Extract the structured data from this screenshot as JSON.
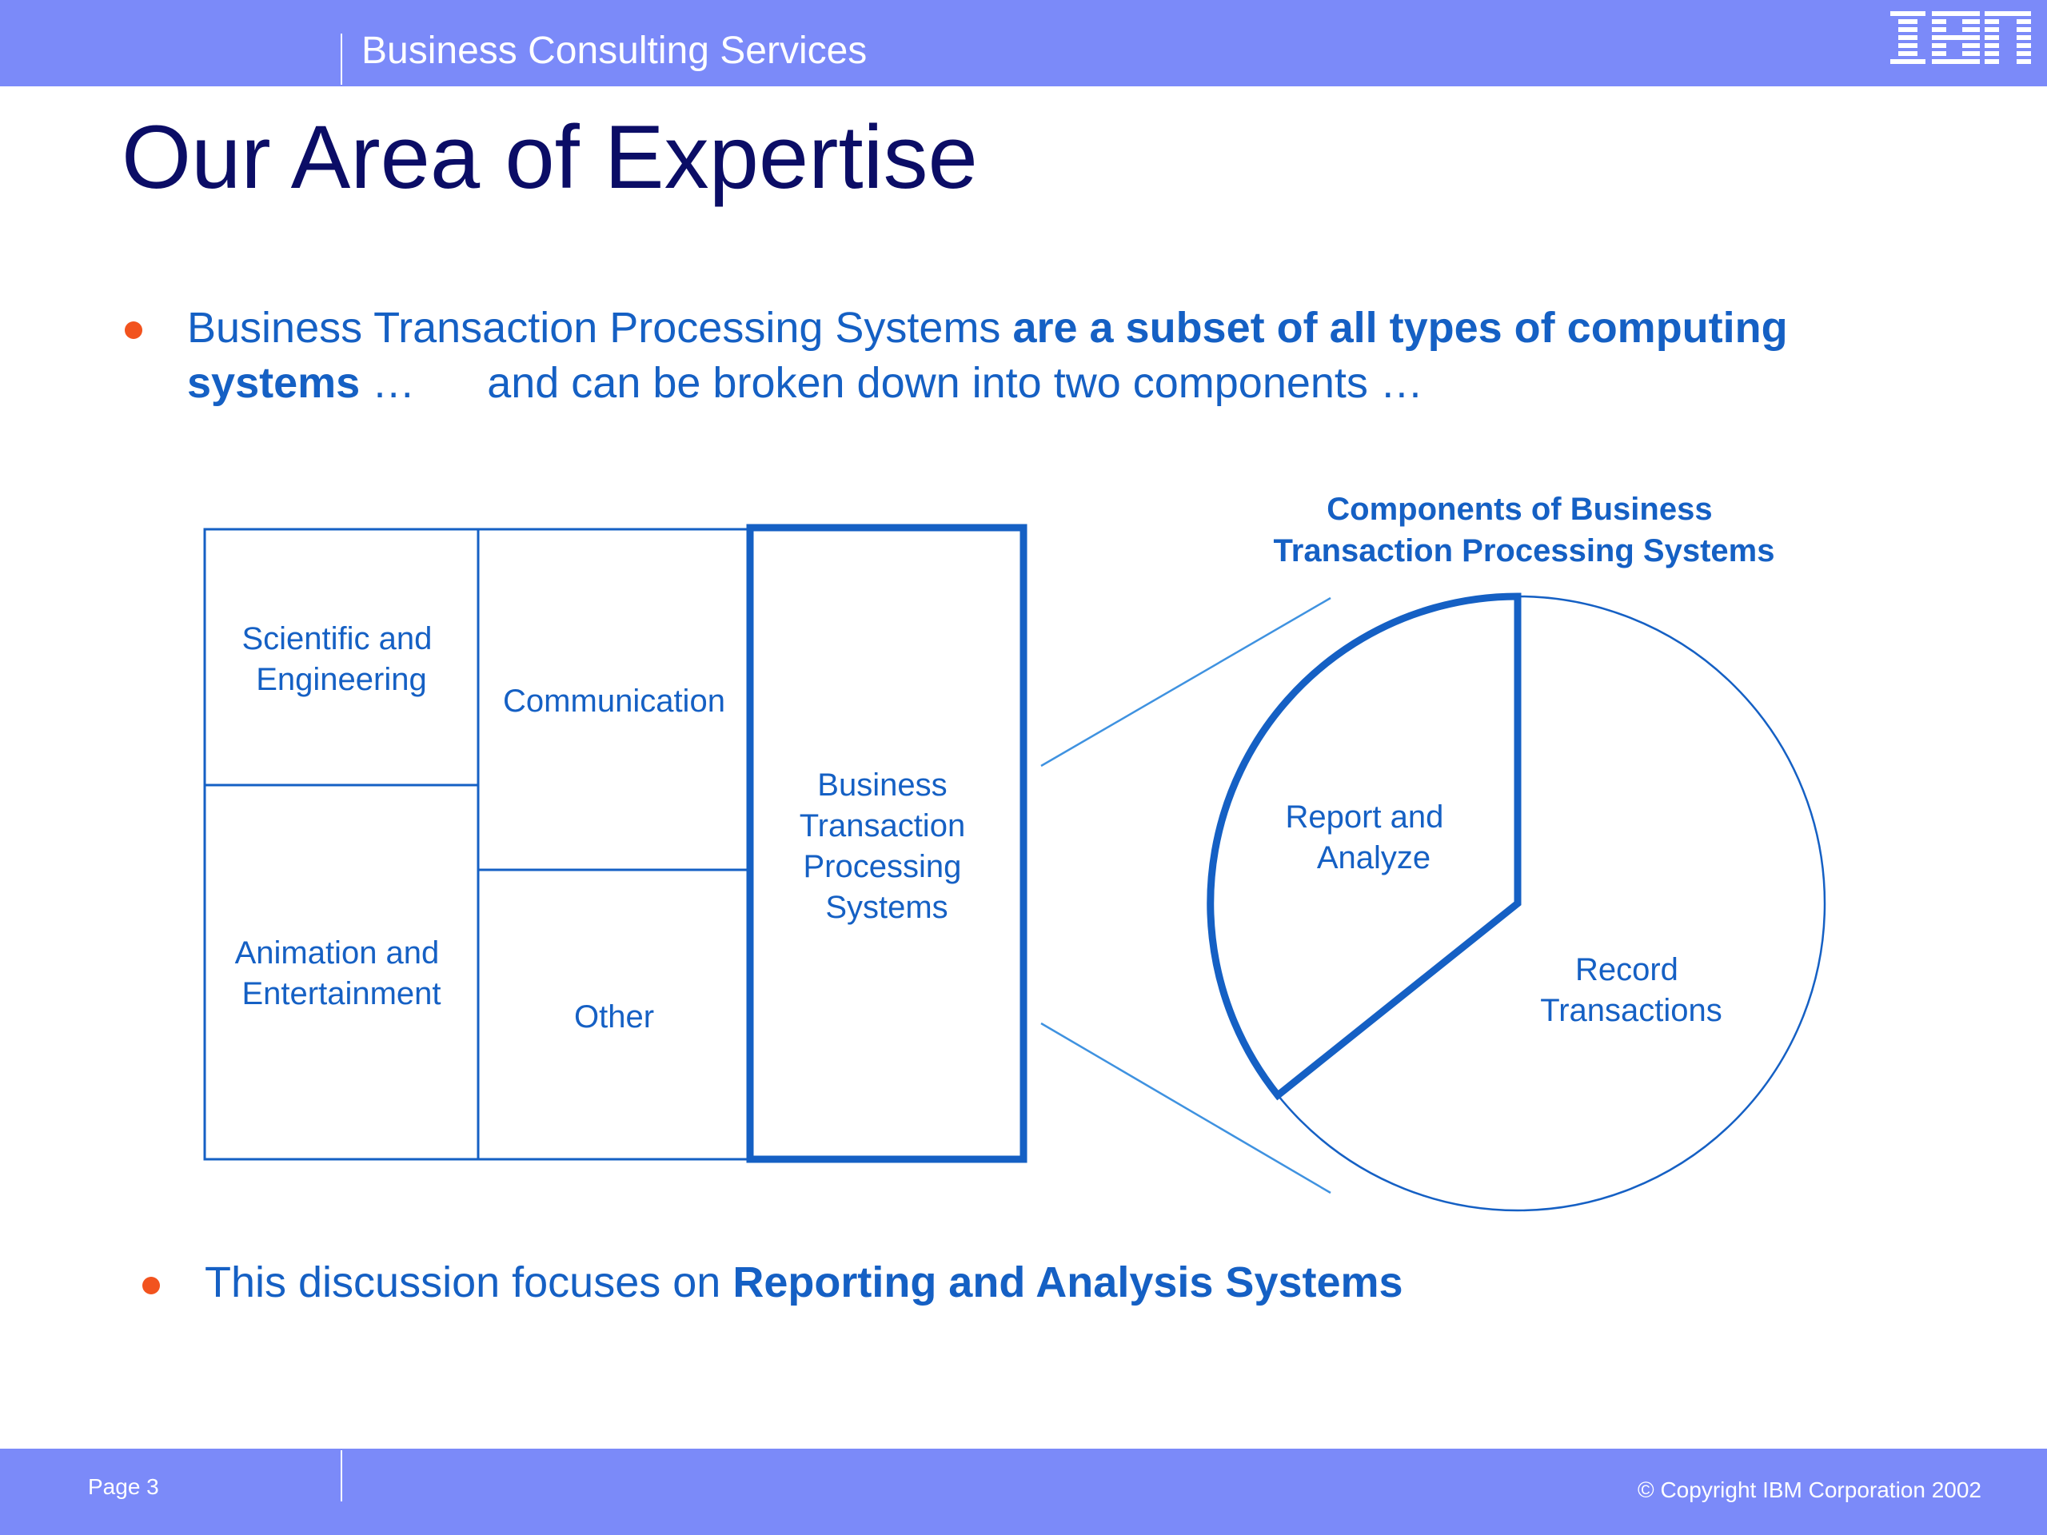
{
  "header": {
    "title": "Business Consulting Services",
    "logo_text": "IBM"
  },
  "slide": {
    "title": "Our Area of Expertise",
    "bullet1": {
      "part1": "Business Transaction Processing Systems ",
      "bold": "are a subset of all types of computing systems",
      "part2": " …      and can be broken down into two components …"
    },
    "bullet2": {
      "part1": "This discussion focuses on ",
      "bold": "Reporting and Analysis Systems"
    }
  },
  "diagram": {
    "boxes": {
      "scientific": [
        "Scientific and",
        "Engineering"
      ],
      "animation": [
        "Animation and",
        "Entertainment"
      ],
      "communication": [
        "Communication"
      ],
      "other": [
        "Other"
      ],
      "btps": [
        "Business",
        "Transaction",
        "Processing",
        "Systems"
      ]
    },
    "pie_title": [
      "Components of Business",
      "Transaction Processing Systems"
    ],
    "pie_slices": {
      "report": [
        "Report and",
        "Analyze"
      ],
      "record": [
        "Record",
        "Transactions"
      ]
    }
  },
  "footer": {
    "page": "Page 3",
    "copyright": "© Copyright IBM Corporation 2002"
  },
  "colors": {
    "header_bg": "#7b8af9",
    "title": "#0b0d66",
    "accent_blue": "#1560c4",
    "bullet": "#f2531e"
  }
}
